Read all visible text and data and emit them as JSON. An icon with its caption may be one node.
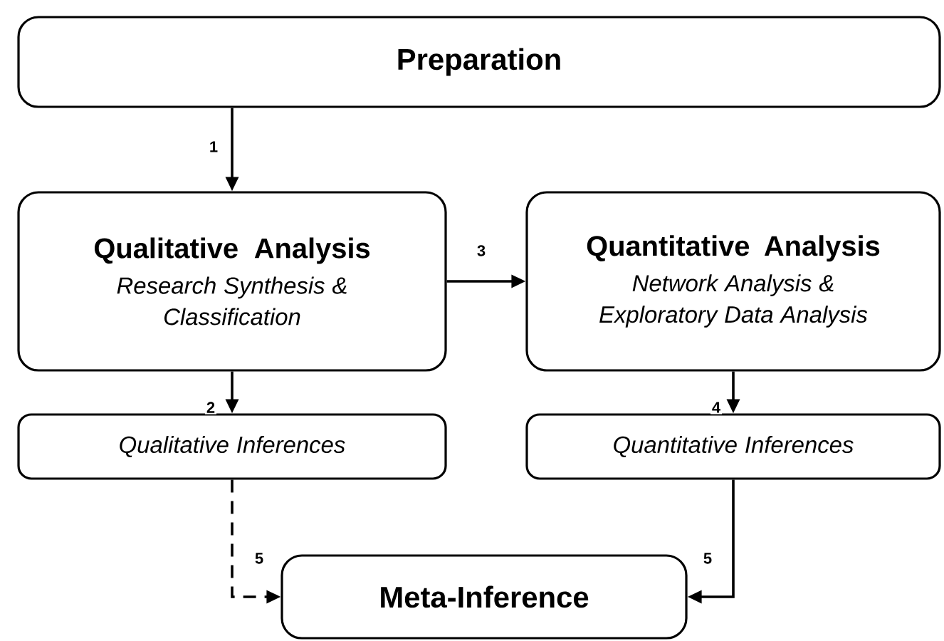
{
  "diagram": {
    "nodes": [
      {
        "text": [
          "Preparation"
        ]
      },
      {
        "text": [
          "Qualitative Analysis",
          "Research Synthesis & Classification"
        ]
      },
      {
        "text": [
          "Quantitative Analysis",
          "Network Analysis & Exploratory Data Analysis"
        ]
      },
      {
        "text": [
          "Qualitative Inferences"
        ]
      },
      {
        "text": [
          "Quantitative Inferences"
        ]
      },
      {
        "text": [
          "Meta-Inference"
        ]
      }
    ],
    "edges": [
      {
        "from": 0,
        "to": 1,
        "arrow": "to",
        "label": "1"
      },
      {
        "from": 1,
        "to": 3,
        "arrow": "to",
        "label": "2"
      },
      {
        "from": 1,
        "to": 2,
        "arrow": "to",
        "label": "3"
      },
      {
        "from": 2,
        "to": 4,
        "arrow": "to",
        "label": "4"
      },
      {
        "from": 3,
        "to": 5,
        "arrow": "to",
        "label": "5",
        "style": "dashed"
      },
      {
        "from": 4,
        "to": 5,
        "arrow": "to",
        "label": "5"
      }
    ]
  }
}
